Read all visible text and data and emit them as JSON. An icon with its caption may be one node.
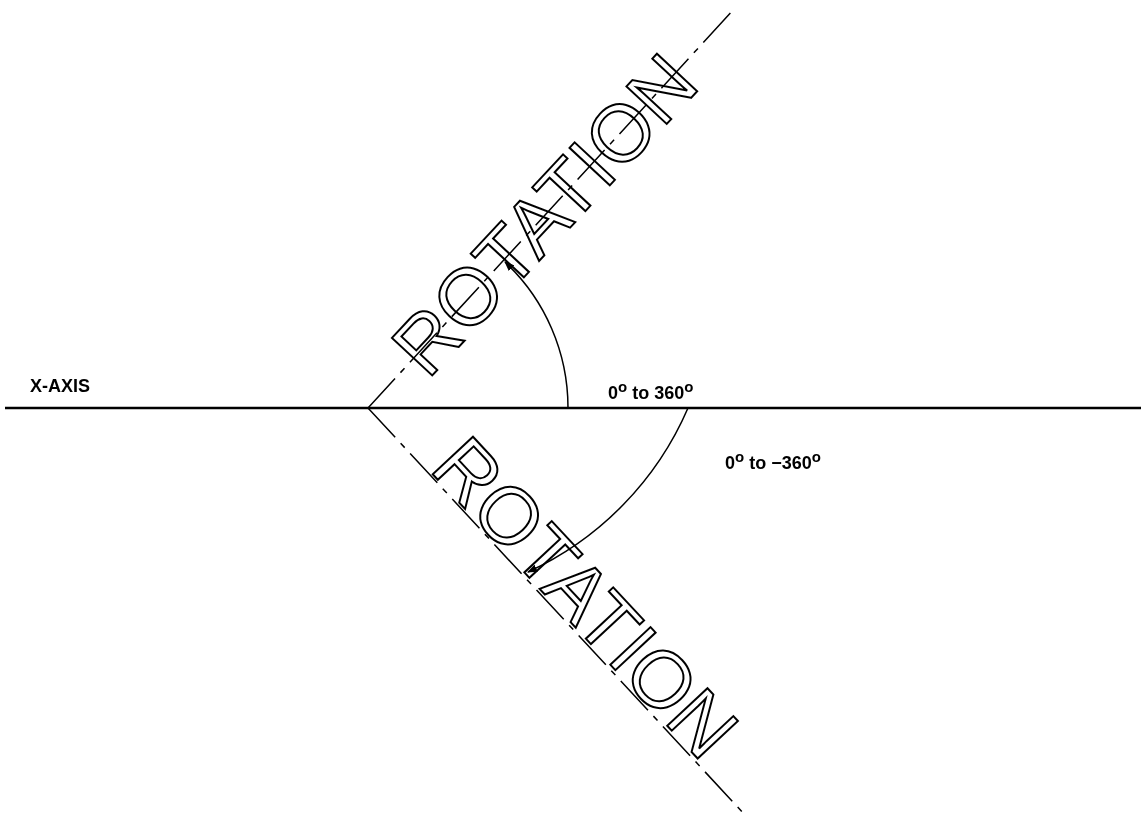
{
  "diagram": {
    "labels": [
      "ROTATION",
      "X-AXIS",
      "0$^{o}$ to 360$^{o}$",
      "0$^{o}$ to −360$^{o}$",
      "ROTATION"
    ]
  }
}
